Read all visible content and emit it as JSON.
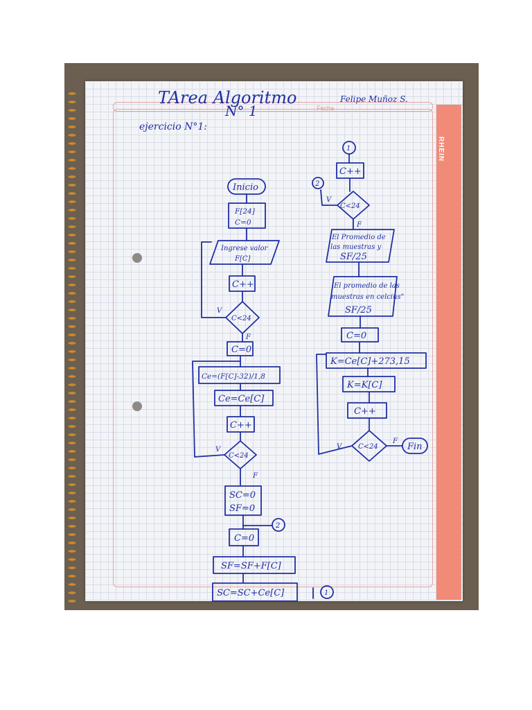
{
  "page": {
    "title": "TArea Algoritmo",
    "title_number": "N° 1",
    "author": "Felipe Muñoz S.",
    "fecha_label": "Fecha",
    "exercise_label": "ejercicio N°1:",
    "brand": "RHEIN"
  },
  "flow_left": {
    "inicio": "Inicio",
    "init_1": "F[24]",
    "init_2": "C=0",
    "input_1": "Ingrese valor",
    "input_2": "F[C]",
    "inc_1": "C++",
    "cond_1": "C<24",
    "reset_1": "C=0",
    "calc_1": "Ce=(F[C]-32)/1,8",
    "assign_1": "Ce=Ce[C]",
    "inc_2": "C++",
    "cond_2": "C<24",
    "sum_init_1": "SC=0",
    "sum_init_2": "SF=0",
    "reset_2": "C=0",
    "sum_f": "SF=SF+F[C]",
    "sum_c": "SC=SC+Ce[C]",
    "connector_1": "1",
    "connector_2": "2"
  },
  "flow_right": {
    "connector_1": "1",
    "inc_1": "C++",
    "connector_2": "2",
    "cond_1": "C<24",
    "out_1_l1": "El Promedio de",
    "out_1_l2": "las muestras y",
    "out_1_l3": "SF/25",
    "out_2_l1": "El promedio de las",
    "out_2_l2": "muestras en celcius\"",
    "out_2_l3": "SF/25",
    "reset_1": "C=0",
    "calc_k": "K=Ce[C]+273,15",
    "assign_k": "K=K[C]",
    "inc_2": "C++",
    "cond_2": "C<24",
    "fin": "Fin"
  },
  "branch_labels": {
    "true": "V",
    "false": "F"
  }
}
